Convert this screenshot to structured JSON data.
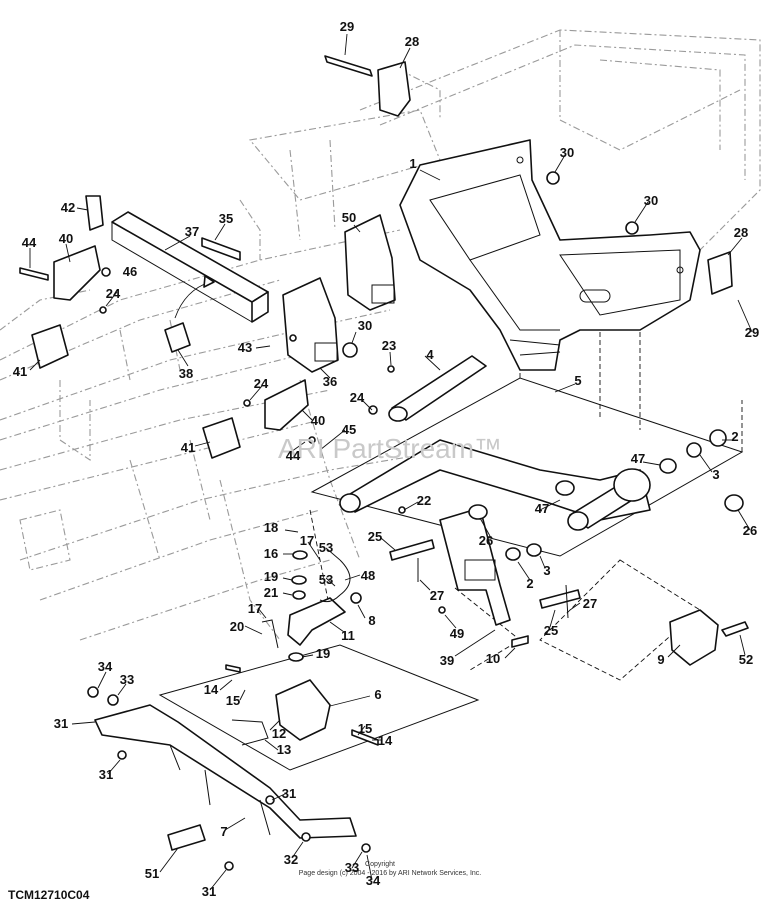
{
  "watermark": "ARI PartStream™",
  "copyright_line1": "Copyright",
  "copyright_line2": "Page design (c) 2004 - 2016 by ARI Network Services, Inc.",
  "diagram_code": "TCM12710C04",
  "callouts": [
    {
      "n": "29"
    },
    {
      "n": "28"
    },
    {
      "n": "1"
    },
    {
      "n": "30"
    },
    {
      "n": "30"
    },
    {
      "n": "42"
    },
    {
      "n": "35"
    },
    {
      "n": "50"
    },
    {
      "n": "28"
    },
    {
      "n": "40"
    },
    {
      "n": "44"
    },
    {
      "n": "37"
    },
    {
      "n": "46"
    },
    {
      "n": "24"
    },
    {
      "n": "29"
    },
    {
      "n": "30"
    },
    {
      "n": "43"
    },
    {
      "n": "23"
    },
    {
      "n": "4"
    },
    {
      "n": "41"
    },
    {
      "n": "38"
    },
    {
      "n": "36"
    },
    {
      "n": "24"
    },
    {
      "n": "5"
    },
    {
      "n": "24"
    },
    {
      "n": "40"
    },
    {
      "n": "45"
    },
    {
      "n": "44"
    },
    {
      "n": "47"
    },
    {
      "n": "2"
    },
    {
      "n": "41"
    },
    {
      "n": "3"
    },
    {
      "n": "22"
    },
    {
      "n": "47"
    },
    {
      "n": "26"
    },
    {
      "n": "18"
    },
    {
      "n": "17"
    },
    {
      "n": "53"
    },
    {
      "n": "25"
    },
    {
      "n": "26"
    },
    {
      "n": "16"
    },
    {
      "n": "48"
    },
    {
      "n": "2"
    },
    {
      "n": "3"
    },
    {
      "n": "19"
    },
    {
      "n": "53"
    },
    {
      "n": "21"
    },
    {
      "n": "27"
    },
    {
      "n": "27"
    },
    {
      "n": "17"
    },
    {
      "n": "8"
    },
    {
      "n": "25"
    },
    {
      "n": "20"
    },
    {
      "n": "11"
    },
    {
      "n": "49"
    },
    {
      "n": "9"
    },
    {
      "n": "52"
    },
    {
      "n": "19"
    },
    {
      "n": "39"
    },
    {
      "n": "10"
    },
    {
      "n": "34"
    },
    {
      "n": "33"
    },
    {
      "n": "14"
    },
    {
      "n": "6"
    },
    {
      "n": "15"
    },
    {
      "n": "31"
    },
    {
      "n": "12"
    },
    {
      "n": "15"
    },
    {
      "n": "13"
    },
    {
      "n": "14"
    },
    {
      "n": "31"
    },
    {
      "n": "31"
    },
    {
      "n": "7"
    },
    {
      "n": "51"
    },
    {
      "n": "32"
    },
    {
      "n": "33"
    },
    {
      "n": "34"
    },
    {
      "n": "31"
    }
  ]
}
